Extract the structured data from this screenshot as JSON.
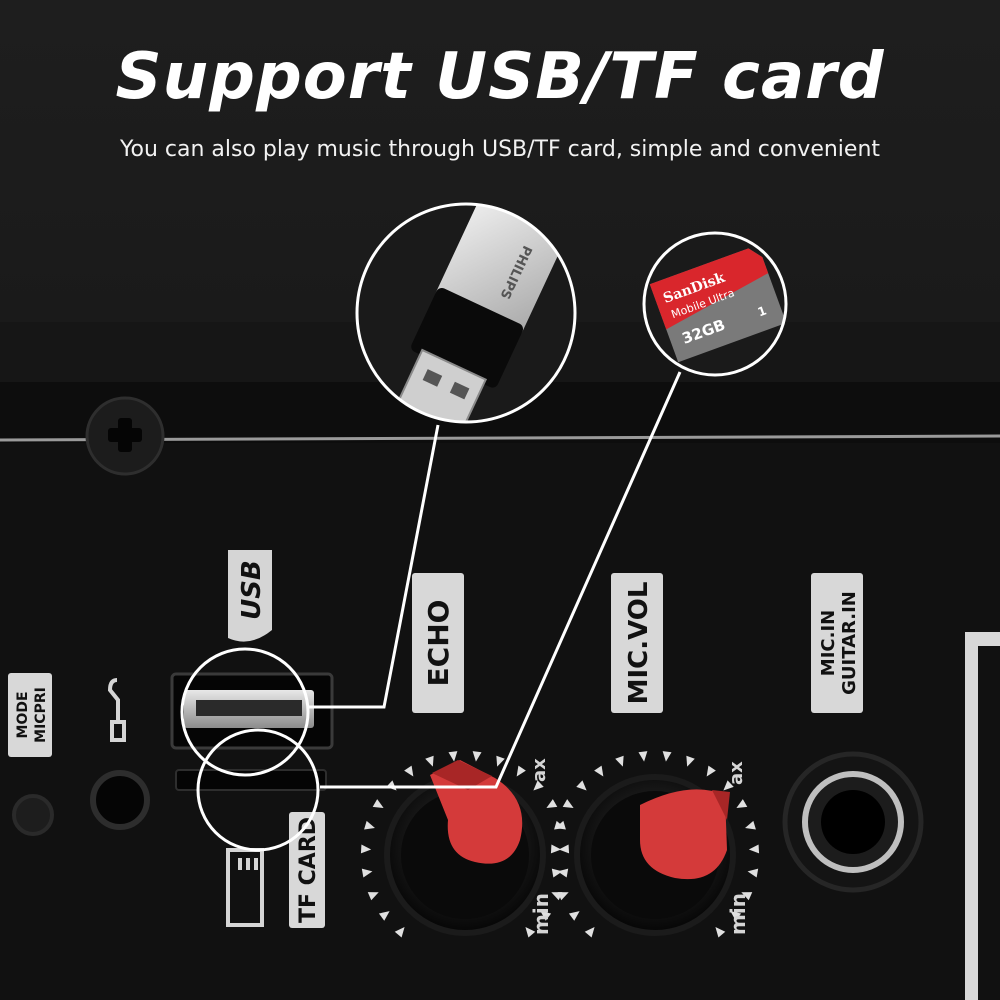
{
  "header": {
    "title": "Support USB/TF card",
    "subtitle": "You can also play music through USB/TF card, simple and convenient"
  },
  "usb_drive": {
    "brand": "PHILIPS"
  },
  "tf_card": {
    "brand": "SanDisk",
    "line": "Mobile Ultra",
    "capacity": "32GB",
    "class_mark": "1"
  },
  "panel": {
    "usb_label": "USB",
    "mode_label_1": "MODE",
    "mode_label_2": "MICPRI",
    "tf_label": "TF CARD",
    "echo_label": "ECHO",
    "micvol_label": "MIC.VOL",
    "input_label_1": "MIC.IN",
    "input_label_2": "GUITAR.IN",
    "knob_min": "min",
    "knob_max": "ax"
  },
  "colors": {
    "knob_red": "#d43a3a",
    "card_red": "#d9262c",
    "card_gray": "#7a7a7a",
    "label_bg": "#d8d8d8",
    "callout_line": "#ffffff"
  }
}
